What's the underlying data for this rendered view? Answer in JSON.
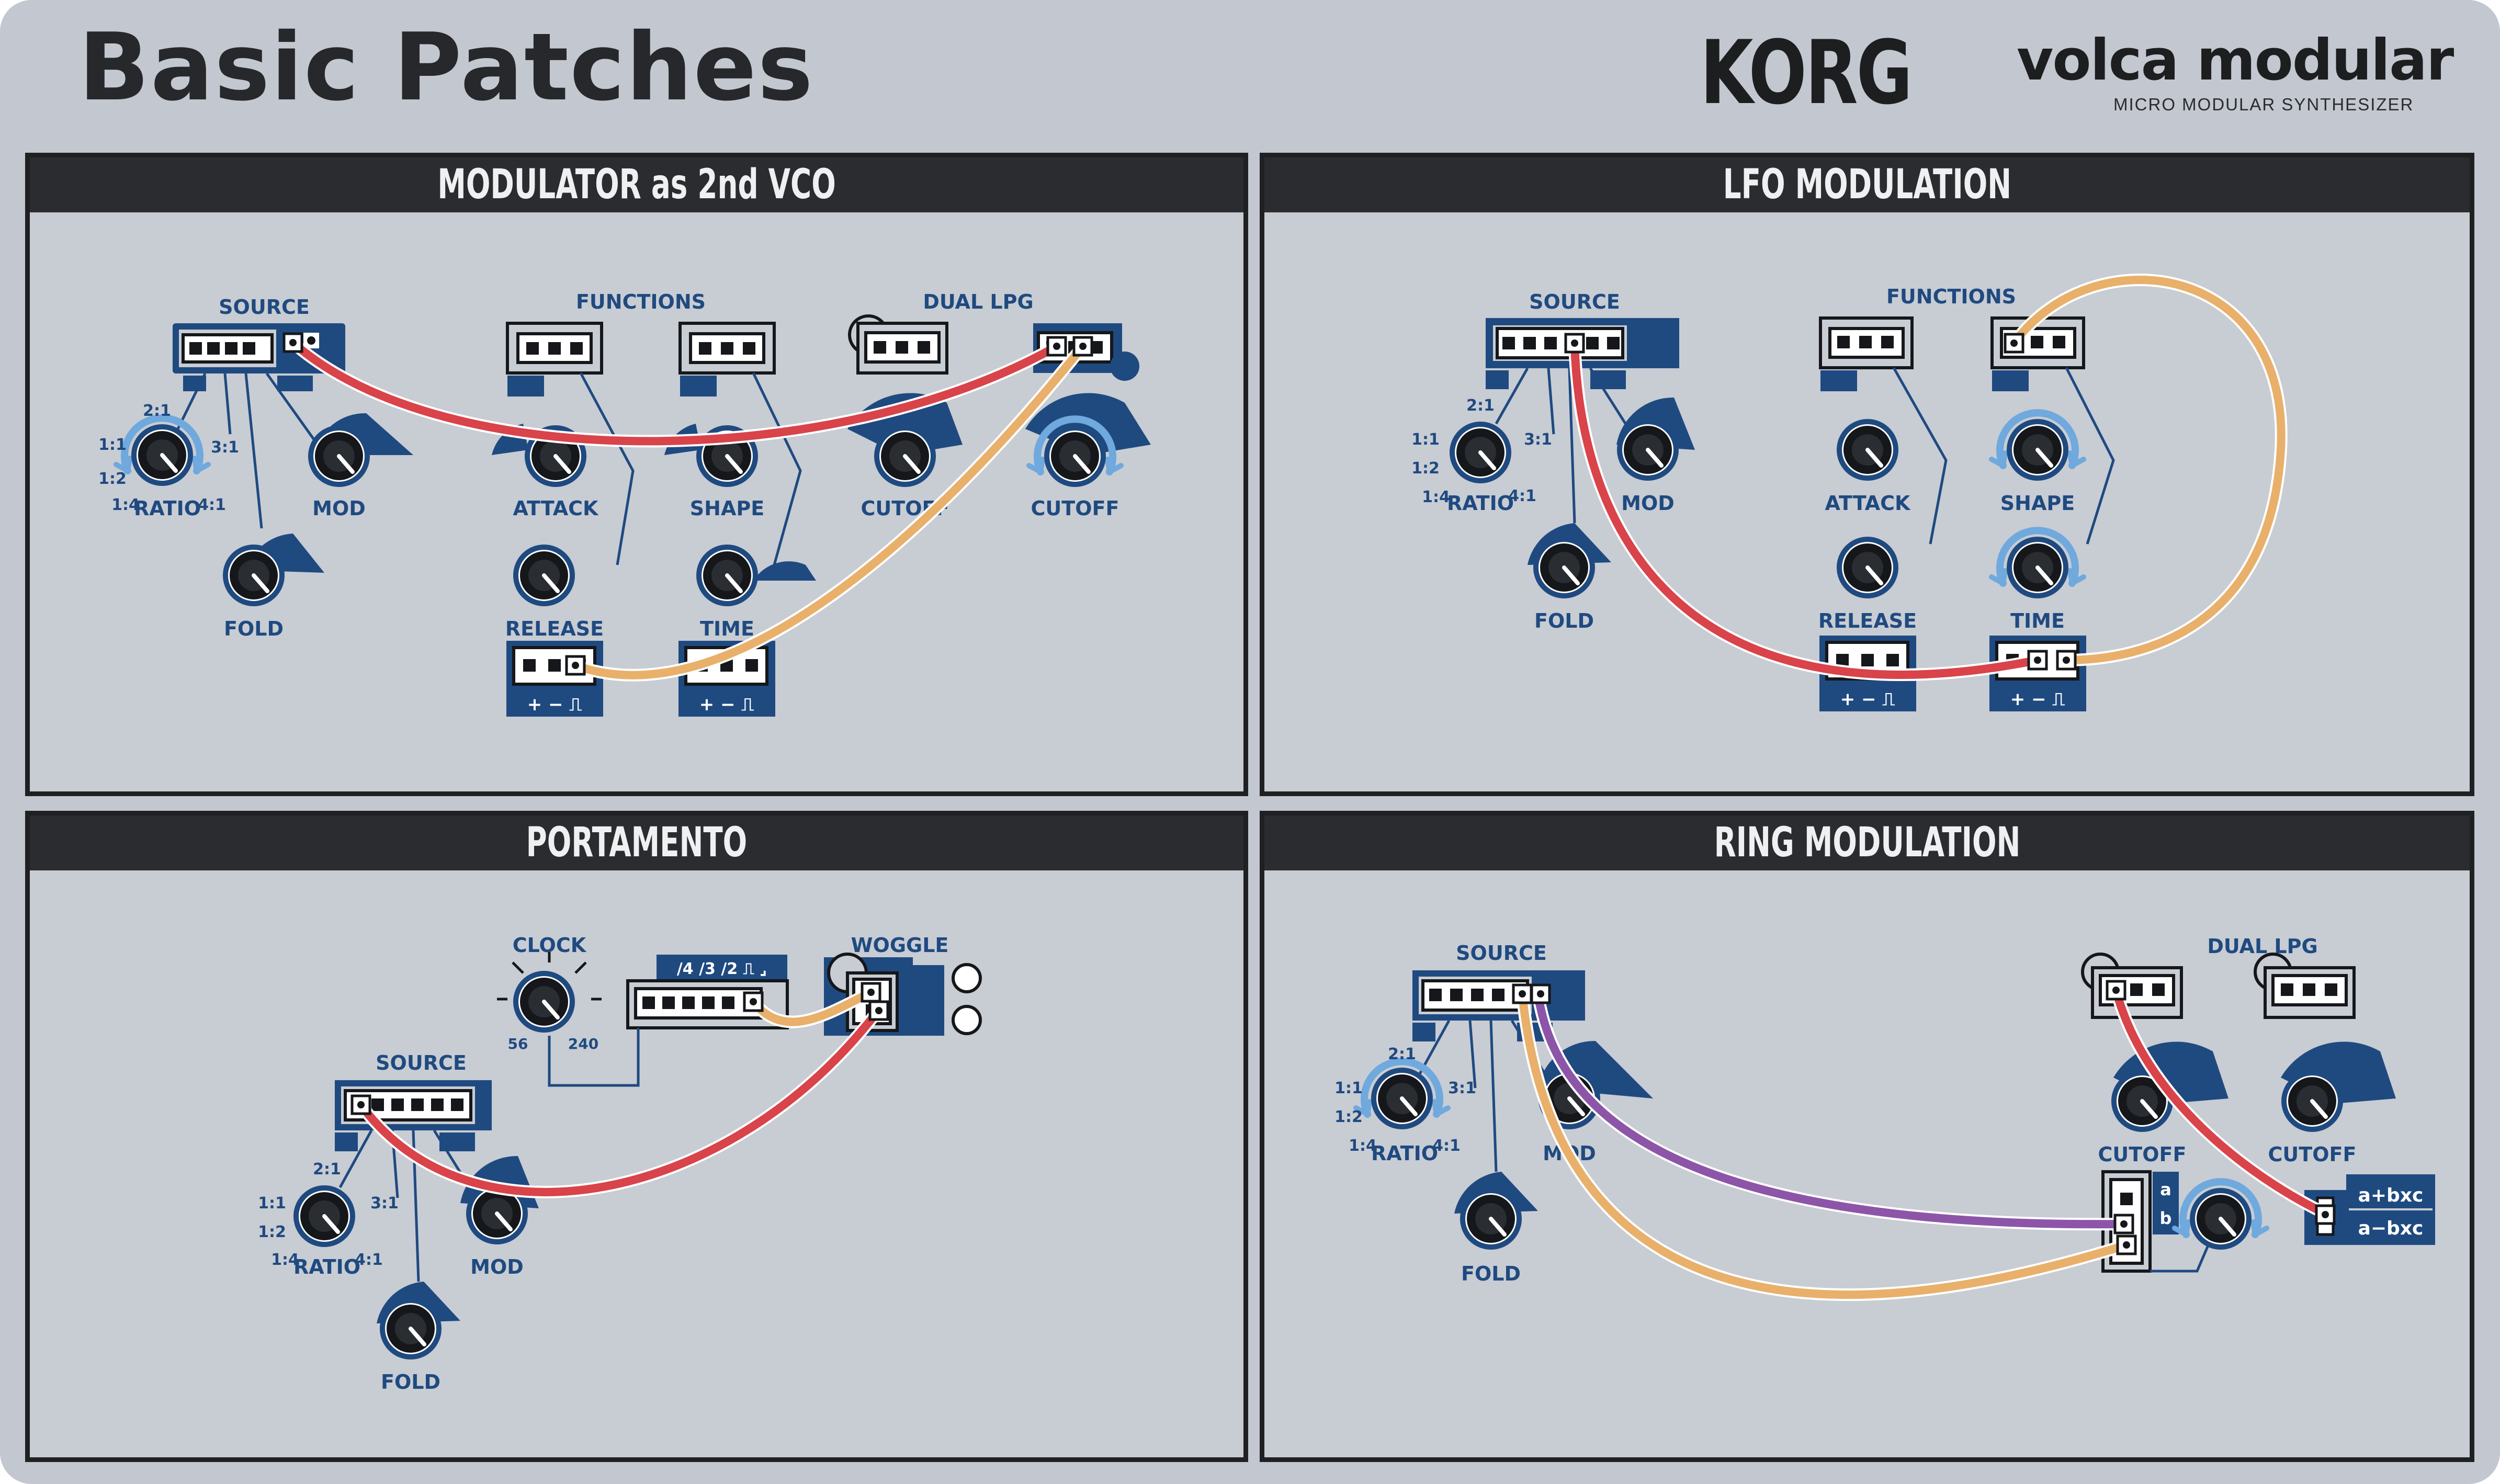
{
  "header": {
    "title": "Basic Patches",
    "brand": "KORG",
    "product": "volca modular",
    "subtitle": "MICRO MODULAR SYNTHESIZER"
  },
  "colors": {
    "background": "#c3c7cf",
    "panel_header": "#2b2c2f",
    "module_blue": "#1f4a80",
    "cable_red": "#d9434a",
    "cable_orange": "#e8b06a",
    "cable_purple": "#8d55a8",
    "highlight_ring": "#6fa9dd"
  },
  "panels": {
    "p1": {
      "title": "MODULATOR as 2nd VCO",
      "source": "SOURCE",
      "functions": "FUNCTIONS",
      "dual_lpg": "DUAL LPG",
      "ratio": "RATIO",
      "mod": "MOD",
      "fold": "FOLD",
      "attack": "ATTACK",
      "shape": "SHAPE",
      "release": "RELEASE",
      "time": "TIME",
      "cutoff_a": "CUTOFF",
      "cutoff_b": "CUTOFF",
      "r21": "2:1",
      "r11": "1:1",
      "r12": "1:2",
      "r14": "1:4",
      "r31": "3:1",
      "r41": "4:1",
      "pm1": "+ − ⎍",
      "pm2": "+ − ⎍"
    },
    "p2": {
      "title": "LFO MODULATION",
      "source": "SOURCE",
      "functions": "FUNCTIONS",
      "ratio": "RATIO",
      "mod": "MOD",
      "fold": "FOLD",
      "attack": "ATTACK",
      "shape": "SHAPE",
      "release": "RELEASE",
      "time": "TIME",
      "r21": "2:1",
      "r11": "1:1",
      "r12": "1:2",
      "r14": "1:4",
      "r31": "3:1",
      "r41": "4:1",
      "pm1": "+ − ⎍",
      "pm2": "+ − ⎍"
    },
    "p3": {
      "title": "PORTAMENTO",
      "clock": "CLOCK",
      "clock_min": "56",
      "clock_max": "240",
      "divisions": "/4 /3 /2 ⎍ ⌟",
      "woggle": "WOGGLE",
      "source": "SOURCE",
      "ratio": "RATIO",
      "mod": "MOD",
      "fold": "FOLD",
      "r21": "2:1",
      "r11": "1:1",
      "r12": "1:2",
      "r14": "1:4",
      "r31": "3:1",
      "r41": "4:1"
    },
    "p4": {
      "title": "RING MODULATION",
      "source": "SOURCE",
      "dual_lpg": "DUAL LPG",
      "ratio": "RATIO",
      "mod": "MOD",
      "fold": "FOLD",
      "cutoff_a": "CUTOFF",
      "cutoff_b": "CUTOFF",
      "in_a": "a",
      "in_b": "b",
      "out_sum": "a+bxc",
      "out_diff": "a−bxc",
      "r21": "2:1",
      "r11": "1:1",
      "r12": "1:2",
      "r14": "1:4",
      "r31": "3:1",
      "r41": "4:1"
    }
  }
}
